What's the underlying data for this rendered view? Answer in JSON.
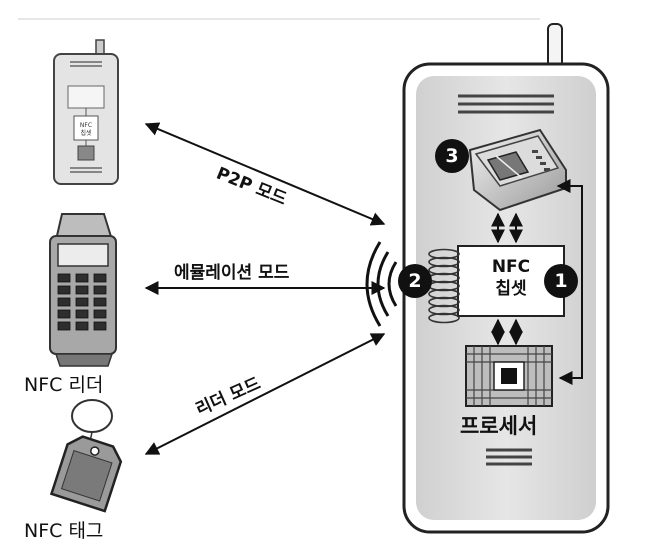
{
  "labels": {
    "nfc_reader": "NFC 리더",
    "nfc_tag": "NFC 태그",
    "p2p_mode": "P2P 모드",
    "emulation_mode": "에뮬레이션 모드",
    "reader_mode": "리더 모드",
    "chipset_line1": "NFC",
    "chipset_line2": "칩셋",
    "processor": "프로세서"
  },
  "small_phone": {
    "screen_line1": "NFC",
    "screen_line2": "칩셋"
  },
  "badges": [
    "1",
    "2",
    "3"
  ]
}
